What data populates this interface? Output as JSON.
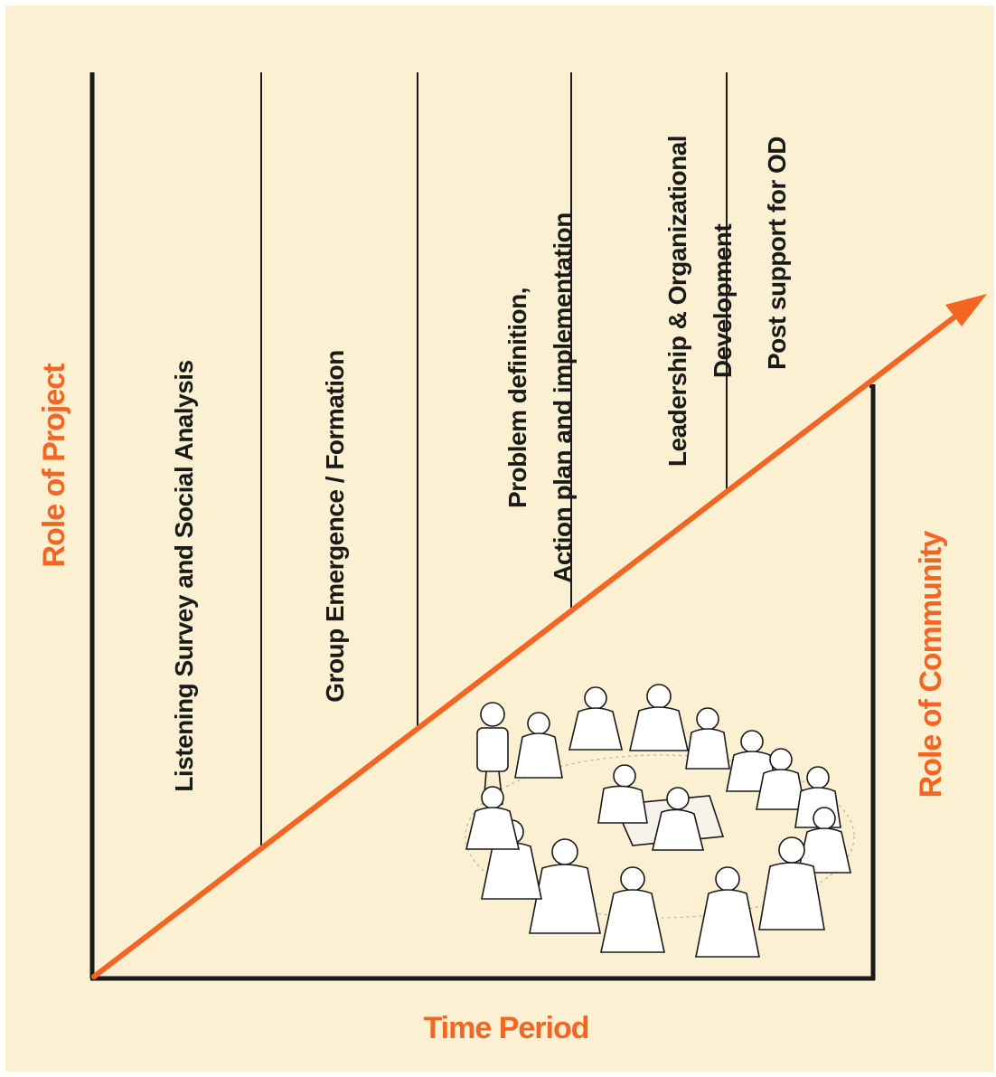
{
  "axes": {
    "y_label": "Role of Project",
    "x_label": "Time Period",
    "community_label": "Role of Community"
  },
  "stages": [
    {
      "label": "Listening Survey and Social Analysis"
    },
    {
      "label": "Group Emergence / Formation"
    },
    {
      "label_line1": "Problem definition,",
      "label_line2": "Action plan and implementation"
    },
    {
      "label_line1": "Leadership & Organizational",
      "label_line2": "Development"
    },
    {
      "label": "Post support for OD"
    }
  ],
  "illustration": {
    "icon": "community-circle-meeting-illustration"
  },
  "colors": {
    "background": "#fcf0d2",
    "accent": "#f26522",
    "lines": "#1a1a1a"
  }
}
